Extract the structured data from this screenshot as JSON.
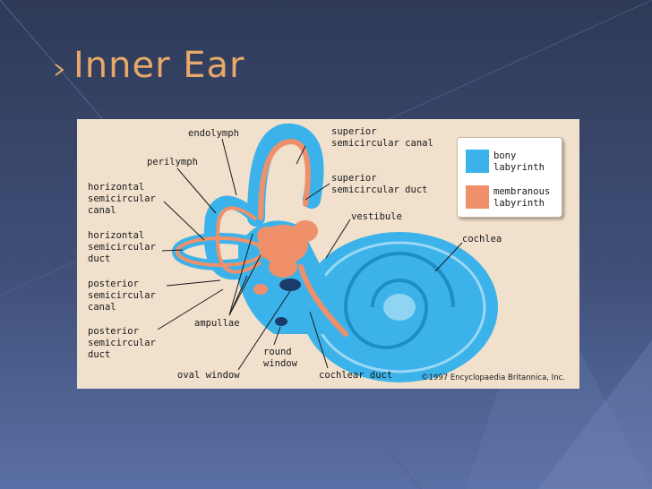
{
  "slide": {
    "title": "Inner Ear"
  },
  "colors": {
    "background_top": "#2f3a57",
    "background_bottom": "#5a6fa5",
    "title": "#e8a86a",
    "figure_background": "#f0e0cc",
    "bony_labyrinth": "#3bb3ea",
    "membranous_labyrinth": "#f0906a"
  },
  "legend": {
    "bony_label": "bony\nlabyrinth",
    "membranous_label": "membranous\nlabyrinth"
  },
  "labels": {
    "endolymph": "endolymph",
    "perilymph": "perilymph",
    "horizontal_canal": "horizontal\nsemicircular\ncanal",
    "horizontal_duct": "horizontal\nsemicircular\nduct",
    "posterior_canal": "posterior\nsemicircular\ncanal",
    "posterior_duct": "posterior\nsemicircular\nduct",
    "superior_canal": "superior\nsemicircular canal",
    "superior_duct": "superior\nsemicircular duct",
    "vestibule": "vestibule",
    "cochlea": "cochlea",
    "ampullae": "ampullae",
    "round_window": "round\nwindow",
    "oval_window": "oval window",
    "cochlear_duct": "cochlear duct"
  },
  "copyright": "©1997 Encyclopaedia Britannica, Inc."
}
